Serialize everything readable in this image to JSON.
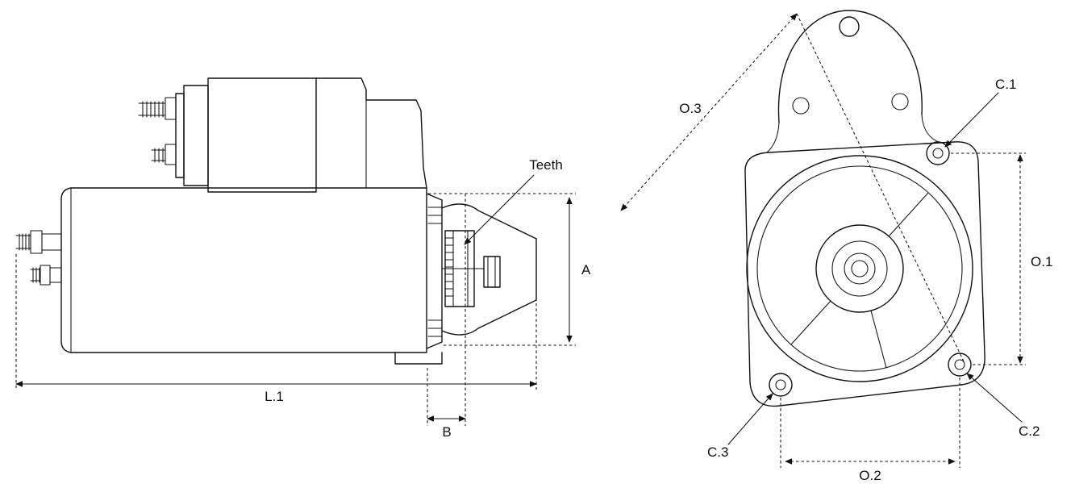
{
  "colors": {
    "line": "#111111",
    "background": "#ffffff"
  },
  "side_view": {
    "labels": {
      "teeth": "Teeth",
      "height_a": "A",
      "length_l1": "L.1",
      "pinion_b": "B"
    }
  },
  "front_view": {
    "labels": {
      "o1": "O.1",
      "o2": "O.2",
      "o3": "O.3",
      "c1": "C.1",
      "c2": "C.2",
      "c3": "C.3"
    }
  }
}
